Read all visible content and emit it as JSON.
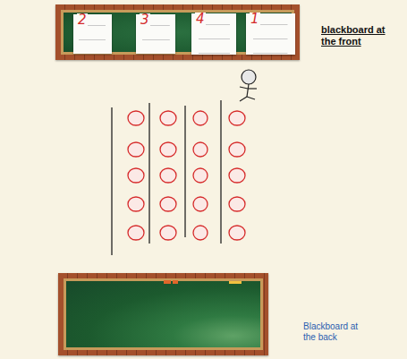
{
  "diagram": {
    "nodes": [
      {
        "text": [
          "blackboard at the front"
        ]
      },
      {
        "text": [
          "2"
        ],
        "in": 0
      },
      {
        "text": [
          "3"
        ],
        "in": 0
      },
      {
        "text": [
          "4"
        ],
        "in": 0
      },
      {
        "text": [
          "1"
        ],
        "in": 0
      },
      {
        "text": [
          "Blackboard at the back"
        ]
      }
    ]
  }
}
